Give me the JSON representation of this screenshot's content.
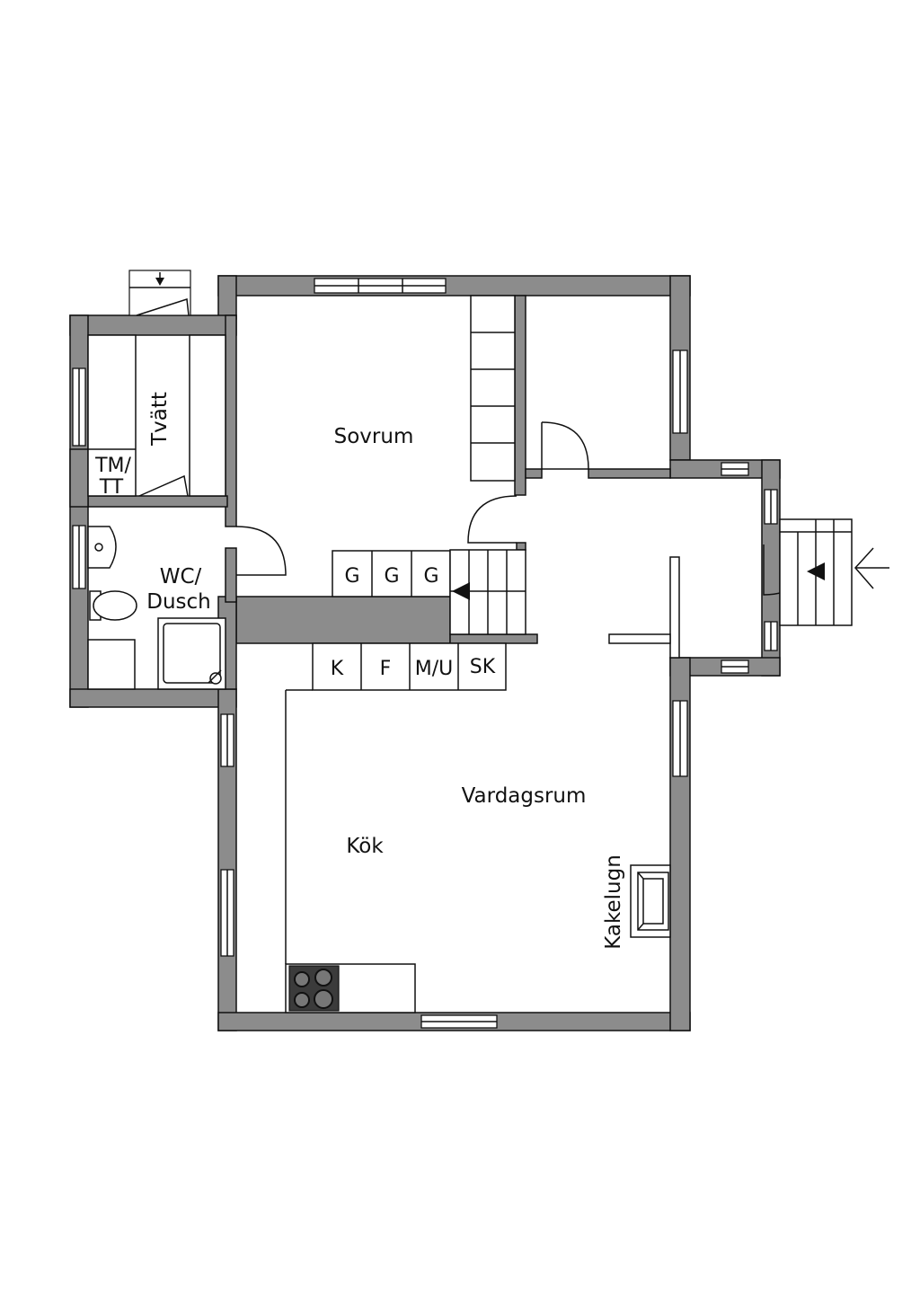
{
  "rooms": {
    "tvatt": "Tvätt",
    "sovrum": "Sovrum",
    "tm": "TM/",
    "tt": "TT",
    "wc": "WC/",
    "dusch": "Dusch",
    "vardagsrum": "Vardagsrum",
    "kok": "Kök",
    "kakelugn": "Kakelugn"
  },
  "closets": {
    "g1": "G",
    "g2": "G",
    "g3": "G",
    "k": "K",
    "f": "F",
    "mu": "M/U",
    "sk": "SK"
  }
}
